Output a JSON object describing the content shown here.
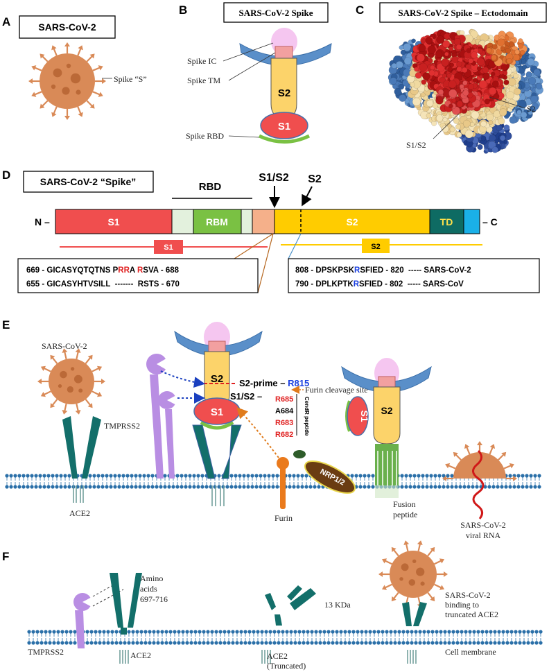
{
  "panels": {
    "a": {
      "letter": "A",
      "title": "SARS-CoV-2",
      "spike_label": "Spike “S”"
    },
    "b": {
      "letter": "B",
      "title": "SARS-CoV-2 Spike",
      "ic": "Spike IC",
      "tm": "Spike TM",
      "rbd": "Spike RBD",
      "s2": "S2",
      "s1": "S1"
    },
    "c": {
      "letter": "C",
      "title": "SARS-CoV-2 Spike – Ectodomain",
      "s2": "S2",
      "s1s2": "S1/S2"
    },
    "d": {
      "letter": "D",
      "title": "SARS-CoV-2 “Spike”",
      "rbd": "RBD",
      "s1s2": "S1/S2",
      "s2_arrow": "S2",
      "n": "N –",
      "c": "– C",
      "dom_s1": "S1",
      "dom_rbm": "RBM",
      "dom_s2": "S2",
      "dom_td": "TD",
      "sub_s1": "S1",
      "sub_s2": "S2",
      "seq1_a": "669 - GICASYQTQTNS P",
      "seq1_r1": "RR",
      "seq1_b": "A ",
      "seq1_r2": "R",
      "seq1_c": "SVA - 688",
      "seq2": "655 - GICASYHTVSILL  -------  RSTS - 670",
      "seq3_a": "808 - DPSKPSK",
      "seq3_r": "R",
      "seq3_b": "SFIED - 820  ----- SARS-CoV-2",
      "seq4_a": "790 - DPLKPTK",
      "seq4_r": "R",
      "seq4_b": "SFIED - 802  ----- SARS-CoV"
    },
    "e": {
      "letter": "E",
      "virus": "SARS-CoV-2",
      "tmprss2": "TMPRSS2",
      "ace2": "ACE2",
      "s2": "S2",
      "s1": "S1",
      "s2prime": "S2-prime – ",
      "r815": "R815",
      "s1s2": "S1/S2 –",
      "furin_site": "Furin cleavage site",
      "r685": "R685",
      "a684": "A684",
      "r683": "R683",
      "r682": "R682",
      "cendr": "CendR peptide",
      "nrp": "NRP1/2",
      "furin": "Furin",
      "fusion1": "Fusion",
      "fusion2": "peptide",
      "rna1": "SARS-CoV-2",
      "rna2": "viral RNA",
      "s1_free": "S1",
      "s2_free": "S2"
    },
    "f": {
      "letter": "F",
      "amino1": "Amino",
      "amino2": "acids",
      "amino3": "697-716",
      "tmprss2": "TMPRSS2",
      "ace2": "ACE2",
      "kda": "13 KDa",
      "ace2t1": "ACE2",
      "ace2t2": "(Truncated)",
      "bind1": "SARS-CoV-2",
      "bind2": "binding to",
      "bind3": "truncated ACE2",
      "membrane": "Cell membrane"
    }
  },
  "colors": {
    "s1": "#f04e4e",
    "s2": "#ffcc33",
    "rbm": "#7ac143",
    "td": "#0e6b63",
    "tm": "#1ab0e8",
    "virus": "#d98a57",
    "ace2": "#136f6a",
    "tmprss2": "#b98ee3",
    "membrane": "#2a6fa8",
    "furin": "#ea7a1c",
    "nrp": "#6a3c12"
  }
}
